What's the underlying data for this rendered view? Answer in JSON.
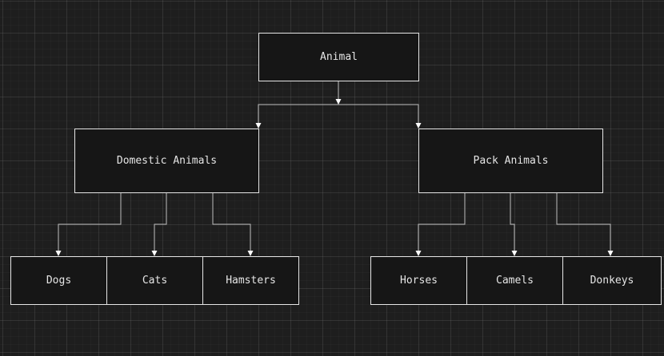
{
  "diagram": {
    "root": {
      "label": "Animal"
    },
    "categories": [
      {
        "label": "Domestic Animals",
        "children": [
          "Dogs",
          "Cats",
          "Hamsters"
        ]
      },
      {
        "label": "Pack Animals",
        "children": [
          "Horses",
          "Camels",
          "Donkeys"
        ]
      }
    ]
  },
  "colors": {
    "background": "#1e1e1e",
    "node_fill": "#161616",
    "stroke": "#e6e6e6",
    "connector": "#bdbdbd"
  }
}
